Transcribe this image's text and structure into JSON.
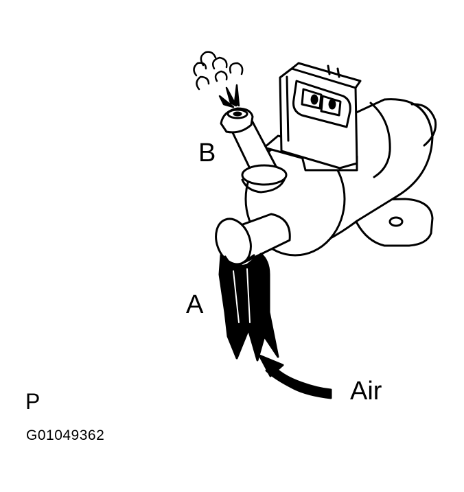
{
  "labels": {
    "port_b": "B",
    "port_a": "A",
    "air": "Air",
    "view_code": "P",
    "figure_id": "G01049362"
  },
  "colors": {
    "ink": "#000000",
    "paper": "#ffffff"
  },
  "icons": {
    "valve": "vsv-valve-illustration",
    "hose": "black-hose-icon",
    "puff": "air-puff-icon",
    "arrow": "curved-arrow-icon"
  }
}
